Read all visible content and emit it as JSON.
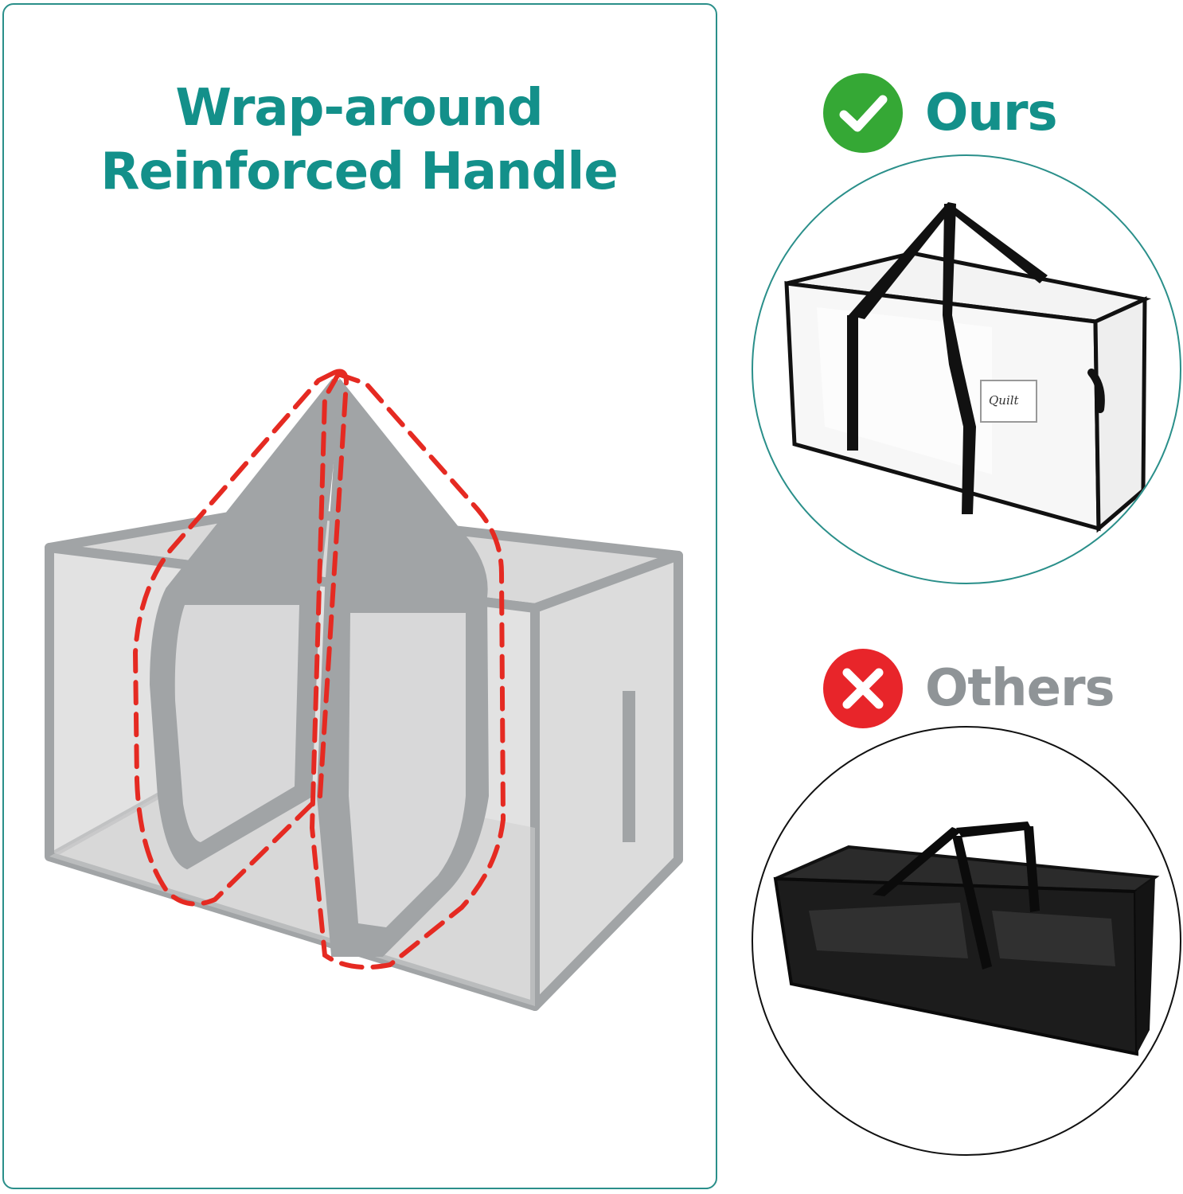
{
  "headline": {
    "line1": "Wrap-around",
    "line2": "Reinforced Handle"
  },
  "ours": {
    "label": "Ours",
    "icon": "check-circle-icon",
    "icon_color": "#35a835",
    "bag_tag": "Quilt"
  },
  "others": {
    "label": "Others",
    "icon": "x-circle-icon",
    "icon_color": "#e8252a"
  },
  "colors": {
    "teal": "#13908a",
    "gray_text": "#8f9497",
    "dash_red": "#e52a22"
  }
}
